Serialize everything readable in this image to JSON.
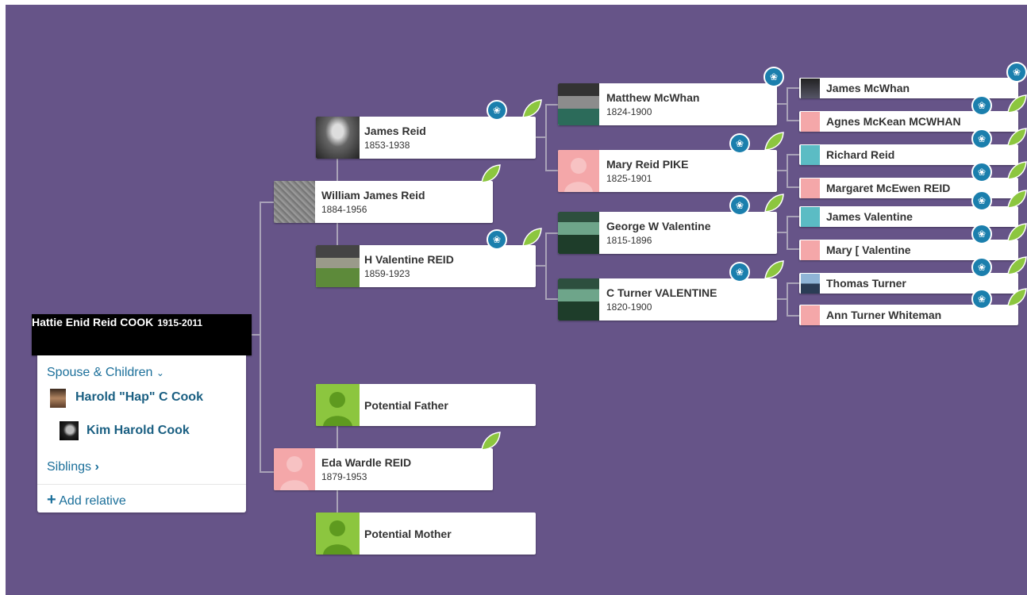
{
  "focus_person": {
    "name": "Hattie Enid Reid COOK",
    "dates": "1915-2011"
  },
  "family_panel": {
    "spouse_children_label": "Spouse & Children",
    "spouse": "Harold \"Hap\" C Cook",
    "child": "Kim Harold Cook",
    "siblings_label": "Siblings",
    "add_relative_label": "Add relative"
  },
  "generation_1": {
    "father": {
      "name": "William James Reid",
      "dates": "1884-1956"
    },
    "mother": {
      "name": "Eda Wardle REID",
      "dates": "1879-1953"
    }
  },
  "generation_2": {
    "paternal_grandfather": {
      "name": "James Reid",
      "dates": "1853-1938"
    },
    "paternal_grandmother": {
      "name": "H Valentine REID",
      "dates": "1859-1923"
    },
    "maternal_grandfather": {
      "name": "Potential Father"
    },
    "maternal_grandmother": {
      "name": "Potential Mother"
    }
  },
  "generation_3": [
    {
      "name": "Matthew McWhan",
      "dates": "1824-1900"
    },
    {
      "name": "Mary Reid PIKE",
      "dates": "1825-1901"
    },
    {
      "name": "George W Valentine",
      "dates": "1815-1896"
    },
    {
      "name": "C Turner VALENTINE",
      "dates": "1820-1900"
    }
  ],
  "generation_4": [
    {
      "name": "James McWhan"
    },
    {
      "name": "Agnes McKean MCWHAN"
    },
    {
      "name": "Richard Reid"
    },
    {
      "name": "Margaret McEwen REID"
    },
    {
      "name": "James Valentine"
    },
    {
      "name": "Mary [ Valentine"
    },
    {
      "name": "Thomas Turner"
    },
    {
      "name": "Ann Turner Whiteman"
    }
  ],
  "colors": {
    "background": "#665488",
    "hint_badge": "#1b7fad",
    "leaf": "#8cc63f",
    "female_placeholder": "#f4a7a9",
    "male_placeholder_potential": "#8cc63f",
    "link": "#1b6f9a"
  },
  "icons": {
    "hint": "hint-badge-icon",
    "leaf": "record-hint-leaf-icon",
    "expand": "chevron-down-icon",
    "siblings": "chevron-right-icon",
    "add": "plus-icon"
  }
}
